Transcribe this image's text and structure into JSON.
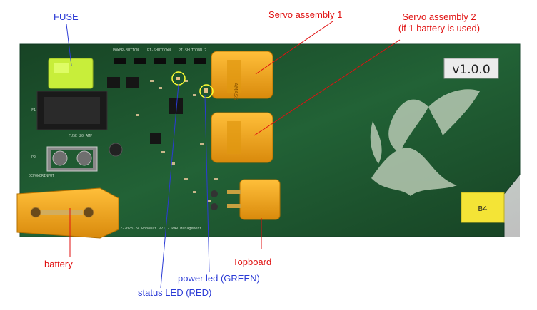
{
  "labels": {
    "fuse": "FUSE",
    "servo1": "Servo assembly 1",
    "servo2_line1": "Servo assembly 2",
    "servo2_line2": "(if 1 battery is used)",
    "battery": "battery",
    "topboard": "Topboard",
    "power_led": "power led (GREEN)",
    "status_led": "status LED (RED)"
  },
  "pcb": {
    "version": "v1.0.0",
    "tag": "B4",
    "silk_power_button": "POWER-BUTTON",
    "silk_pi_shutdown1": "PI-SHUTDOWN",
    "silk_pi_shutdown2": "PI-SHUTDOWN 2",
    "silk_fuse": "FUSE 20 AMP",
    "silk_dcpower": "DCPOWERINPUT",
    "silk_footer": "2-2023-24 Robohat v21 - PWR Management",
    "silk_f1": "F1",
    "silk_p2": "P2",
    "silk_amass": "AMASS"
  },
  "colors": {
    "annotation_blue": "#2b3bd6",
    "annotation_red": "#e01010",
    "pcb_green": "#1f5a31",
    "connector_yellow": "#f0a418"
  }
}
